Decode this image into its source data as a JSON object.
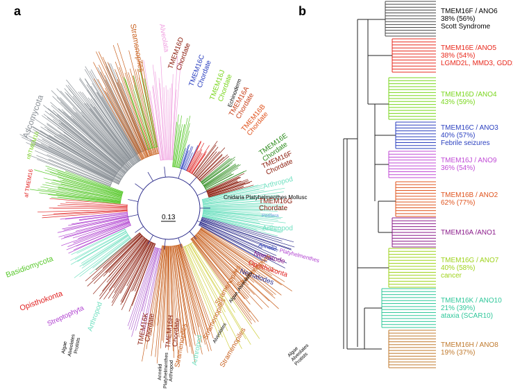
{
  "panels": {
    "a": "a",
    "b": "b"
  },
  "panel_a": {
    "scale_bar": "0.13",
    "labels": {
      "ascomycota": "Ascomycota",
      "nh_tmem16": "nhTMEM16",
      "af_tmem16": "af TMEM16",
      "basidiomycota": "Basidiomycota",
      "opisthokonta_left": "Opisthokonta",
      "streptophyta": "Streptophyta",
      "stramenopiles_top": "Stramenopiles",
      "alveolata_top": "Alveolata",
      "tmem16d": "TMEM16D",
      "tmem16c": "TMEM16C",
      "tmem16j": "TMEM16J",
      "echinoderm": "Echinoderm",
      "tmem16a": "TMEM16A",
      "tmem16b": "TMEM16B",
      "tmem16e": "TMEM16E",
      "tmem16f": "TMEM16F",
      "tmem16g": "TMEM16G",
      "chordate": "Chordate",
      "arthropod": "Arthropod",
      "cnidaria_line": "Cnidaria Platyhelmenthes Mollusc",
      "porifera": "Porifera",
      "annelid": "Annelid,",
      "platyhelmenthes": "Platyhelmenthes",
      "nematode": "Nematode",
      "opisthokonta_right": "Opisthokonta",
      "nematodes": "Nematodes",
      "stramenopiles": "Stramenopiles",
      "algae_alveolates": "Algae, Alveolates",
      "alveolates": "Alveolates",
      "algae": "Algae",
      "alveolates2": "Alveolates",
      "protists": "Protists",
      "tmem16k": "TMEM16K",
      "tmem16h": "TMEM16H",
      "annelid2": "Annelid",
      "platyhelmenthes2": "Platyhelmenthes",
      "arthropod2": "Arthropod"
    }
  },
  "panel_b": {
    "clades": [
      {
        "lines": [
          "TMEM16F / ANO6",
          "38% (56%)",
          "Scott Syndrome"
        ],
        "color": "#000000"
      },
      {
        "lines": [
          "TMEM16E /ANO5",
          "38% (54%)",
          "LGMD2L, MMD3, GDD1"
        ],
        "color": "#e8281c"
      },
      {
        "lines": [
          "TMEM16D /ANO4",
          "43% (59%)"
        ],
        "color": "#7ad61d"
      },
      {
        "lines": [
          "TMEM16C / ANO3",
          "40% (57%)",
          "Febrile seizures"
        ],
        "color": "#2a3fbf"
      },
      {
        "lines": [
          "TMEM16J / ANO9",
          "36% (54%)"
        ],
        "color": "#c04ad6"
      },
      {
        "lines": [
          "TMEM16B / ANO2",
          "62% (77%)"
        ],
        "color": "#e0541e"
      },
      {
        "lines": [
          "TMEM16A /ANO1"
        ],
        "color": "#8a1a8a"
      },
      {
        "lines": [
          "TMEM16G / ANO7",
          "40% (58%)",
          "cancer"
        ],
        "color": "#9ed21a"
      },
      {
        "lines": [
          "TMEM16K / ANO10",
          "21% (39%)",
          "ataxia (SCAR10)"
        ],
        "color": "#2fc79a"
      },
      {
        "lines": [
          "TMEM16H / ANO8",
          "19% (37%)"
        ],
        "color": "#c07a2e"
      }
    ]
  },
  "colors": {
    "fungi": "#8a9096",
    "basidio": "#5ac92e",
    "opistho": "#e02020",
    "strepto": "#b040d0",
    "strameno": "#c8601e",
    "alveolata": "#f0a0e0",
    "chordate_dark": "#8a1a0a",
    "chordate_blue": "#2a3fbf",
    "chordate_green": "#2a8a1a",
    "arthropod": "#6fe0c0",
    "branch": "#2a2a8a"
  }
}
